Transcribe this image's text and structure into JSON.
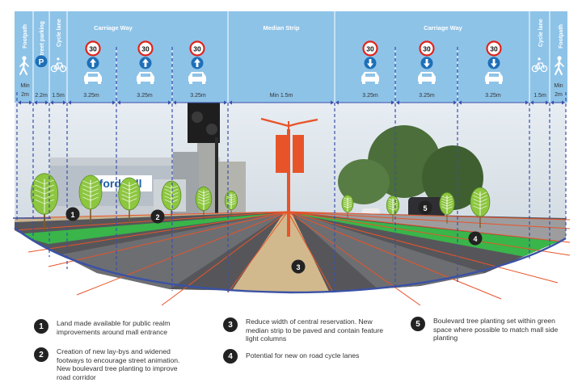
{
  "colors": {
    "header": "#8ec3e8",
    "header_text": "#ffffff",
    "dash": "#3b4fa8",
    "arrow": "#3b4fa8",
    "road_dark": "#56565a",
    "road_light": "#6d6e72",
    "median": "#d2b98d",
    "cycle": "#39b54a",
    "curb": "#3a52a6",
    "orange": "#e8542a",
    "tree": "#8dc63f",
    "speed_ring": "#e2231a",
    "direction": "#1d6fb8"
  },
  "header": {
    "footpath_left": "Footpath",
    "on_street_parking": "On street parking",
    "cycle_lane_left": "Cycle lane",
    "carriage_way_left": "Carriage Way",
    "median_strip": "Median Strip",
    "carriage_way_right": "Carriage Way",
    "cycle_lane_right": "Cycle lane",
    "footpath_right": "Footpath",
    "speed_limit": "30",
    "parking_symbol": "P"
  },
  "widths": {
    "footpath_left": "Min 2m",
    "parking": "2.2m",
    "cycle_left": "1.5m",
    "lane_1": "3.25m",
    "lane_2": "3.25m",
    "lane_3": "3.25m",
    "median": "Min 1.5m",
    "lane_4": "3.25m",
    "lane_5": "3.25m",
    "lane_6": "3.25m",
    "cycle_right": "1.5m",
    "footpath_right": "Min 2m"
  },
  "scene": {
    "sign_fragment": "tford",
    "sign_fragment_2": "all"
  },
  "markers": [
    "1",
    "2",
    "3",
    "4",
    "5"
  ],
  "legend": [
    {
      "num": "1",
      "text": "Land made available for public realm improvements around mall entrance"
    },
    {
      "num": "2",
      "text": "Creation of new lay-bys and widened footways to encourage street animation. New boulevard tree planting to improve road corridor"
    },
    {
      "num": "3",
      "text": "Reduce width of central reservation. New median strip to be paved and contain feature light columns"
    },
    {
      "num": "4",
      "text": "Potential for new on road cycle lanes"
    },
    {
      "num": "5",
      "text": "Boulevard tree planting set within green space where possible to match mall side planting"
    }
  ]
}
